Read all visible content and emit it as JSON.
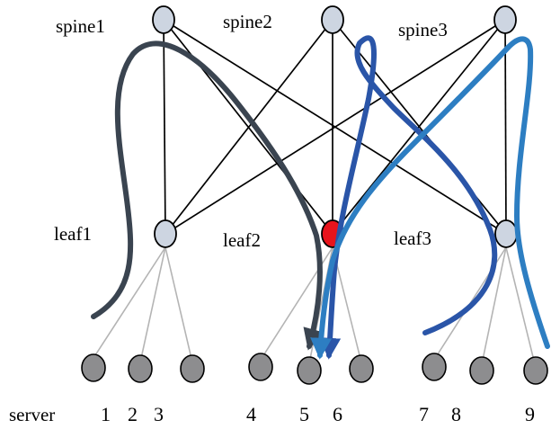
{
  "colors": {
    "switch_fill": "#cdd5e1",
    "hot_leaf_fill": "#e8141c",
    "server_fill": "#8d8d8f",
    "link": "#000000",
    "server_link": "#b4b4b4",
    "path_dark": "#3a4450",
    "path_navy": "#2a55a8",
    "path_sky": "#2d7ec2"
  },
  "spines": [
    {
      "label": "spine1",
      "state": "normal"
    },
    {
      "label": "spine2",
      "state": "normal"
    },
    {
      "label": "spine3",
      "state": "normal"
    }
  ],
  "leaves": [
    {
      "label": "leaf1",
      "state": "normal"
    },
    {
      "label": "leaf2",
      "state": "congested"
    },
    {
      "label": "leaf3",
      "state": "normal"
    }
  ],
  "servers": {
    "label": "server",
    "numbers": [
      "1",
      "2",
      "3",
      "4",
      "5",
      "6",
      "7",
      "8",
      "9"
    ]
  },
  "flows": [
    {
      "name": "flow-from-leaf1",
      "color": "path_dark",
      "from_leaf": "leaf1",
      "via_spine": "spine1",
      "to_server": "5"
    },
    {
      "name": "flow-from-leaf3-via-spine2",
      "color": "path_navy",
      "from_leaf": "leaf3",
      "via_spine": "spine2",
      "to_server": "5"
    },
    {
      "name": "flow-from-leaf3-via-spine3",
      "color": "path_sky",
      "from_leaf": "leaf3",
      "via_spine": "spine3",
      "to_server": "5"
    }
  ]
}
